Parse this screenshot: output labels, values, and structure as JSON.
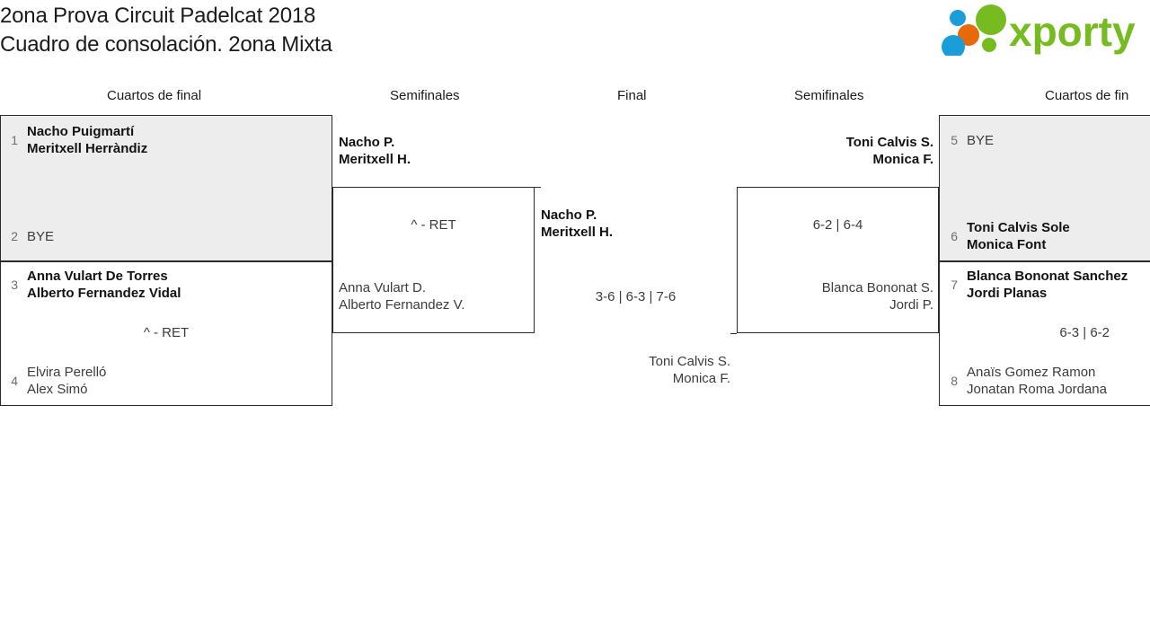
{
  "header": {
    "title_line1": "2ona Prova Circuit Padelcat 2018",
    "title_line2": "Cuadro de consolación. 2ona Mixta",
    "logo_text": "xporty",
    "logo_colors": {
      "green": "#76bc21",
      "blue": "#1b9dd9",
      "orange": "#e8690b"
    }
  },
  "rounds": [
    {
      "label": "Cuartos de final"
    },
    {
      "label": "Semifinales"
    },
    {
      "label": "Final"
    },
    {
      "label": "Semifinales"
    },
    {
      "label": "Cuartos de fin"
    }
  ],
  "matches": {
    "ql1": {
      "top": {
        "seed": "1",
        "name1": "Nacho Puigmartí",
        "name2": "Meritxell Herràndiz",
        "winner": true
      },
      "bottom": {
        "seed": "2",
        "name1": "BYE",
        "name2": "",
        "winner": false
      },
      "score": ""
    },
    "ql2": {
      "top": {
        "seed": "3",
        "name1": "Anna Vulart De Torres",
        "name2": "Alberto Fernandez Vidal",
        "winner": true
      },
      "bottom": {
        "seed": "4",
        "name1": "Elvira Perelló",
        "name2": "Alex Simó",
        "winner": false
      },
      "score": "^ - RET"
    },
    "sl": {
      "top": {
        "name1": "Nacho P.",
        "name2": "Meritxell H.",
        "winner": true
      },
      "bottom": {
        "name1": "Anna Vulart D.",
        "name2": "Alberto Fernandez V.",
        "winner": false
      },
      "score": "^ - RET"
    },
    "final": {
      "top": {
        "name1": "Nacho P.",
        "name2": "Meritxell H.",
        "winner": true
      },
      "bottom": {
        "name1": "Toni Calvis S.",
        "name2": "Monica F.",
        "winner": false
      },
      "score": "3-6 | 6-3 | 7-6"
    },
    "sr": {
      "top": {
        "name1": "Toni Calvis S.",
        "name2": "Monica F.",
        "winner": true
      },
      "bottom": {
        "name1": "Blanca Bononat S.",
        "name2": "Jordi P.",
        "winner": false
      },
      "score": "6-2 | 6-4"
    },
    "qr1": {
      "top": {
        "seed": "5",
        "name1": "BYE",
        "name2": "",
        "winner": false
      },
      "bottom": {
        "seed": "6",
        "name1": "Toni Calvis Sole",
        "name2": "Monica Font",
        "winner": true
      },
      "score": ""
    },
    "qr2": {
      "top": {
        "seed": "7",
        "name1": "Blanca Bononat Sanchez",
        "name2": "Jordi Planas",
        "winner": true
      },
      "bottom": {
        "seed": "8",
        "name1": "Anaïs Gomez Ramon",
        "name2": "Jonatan Roma Jordana",
        "winner": false
      },
      "score": "6-3 | 6-2"
    }
  }
}
